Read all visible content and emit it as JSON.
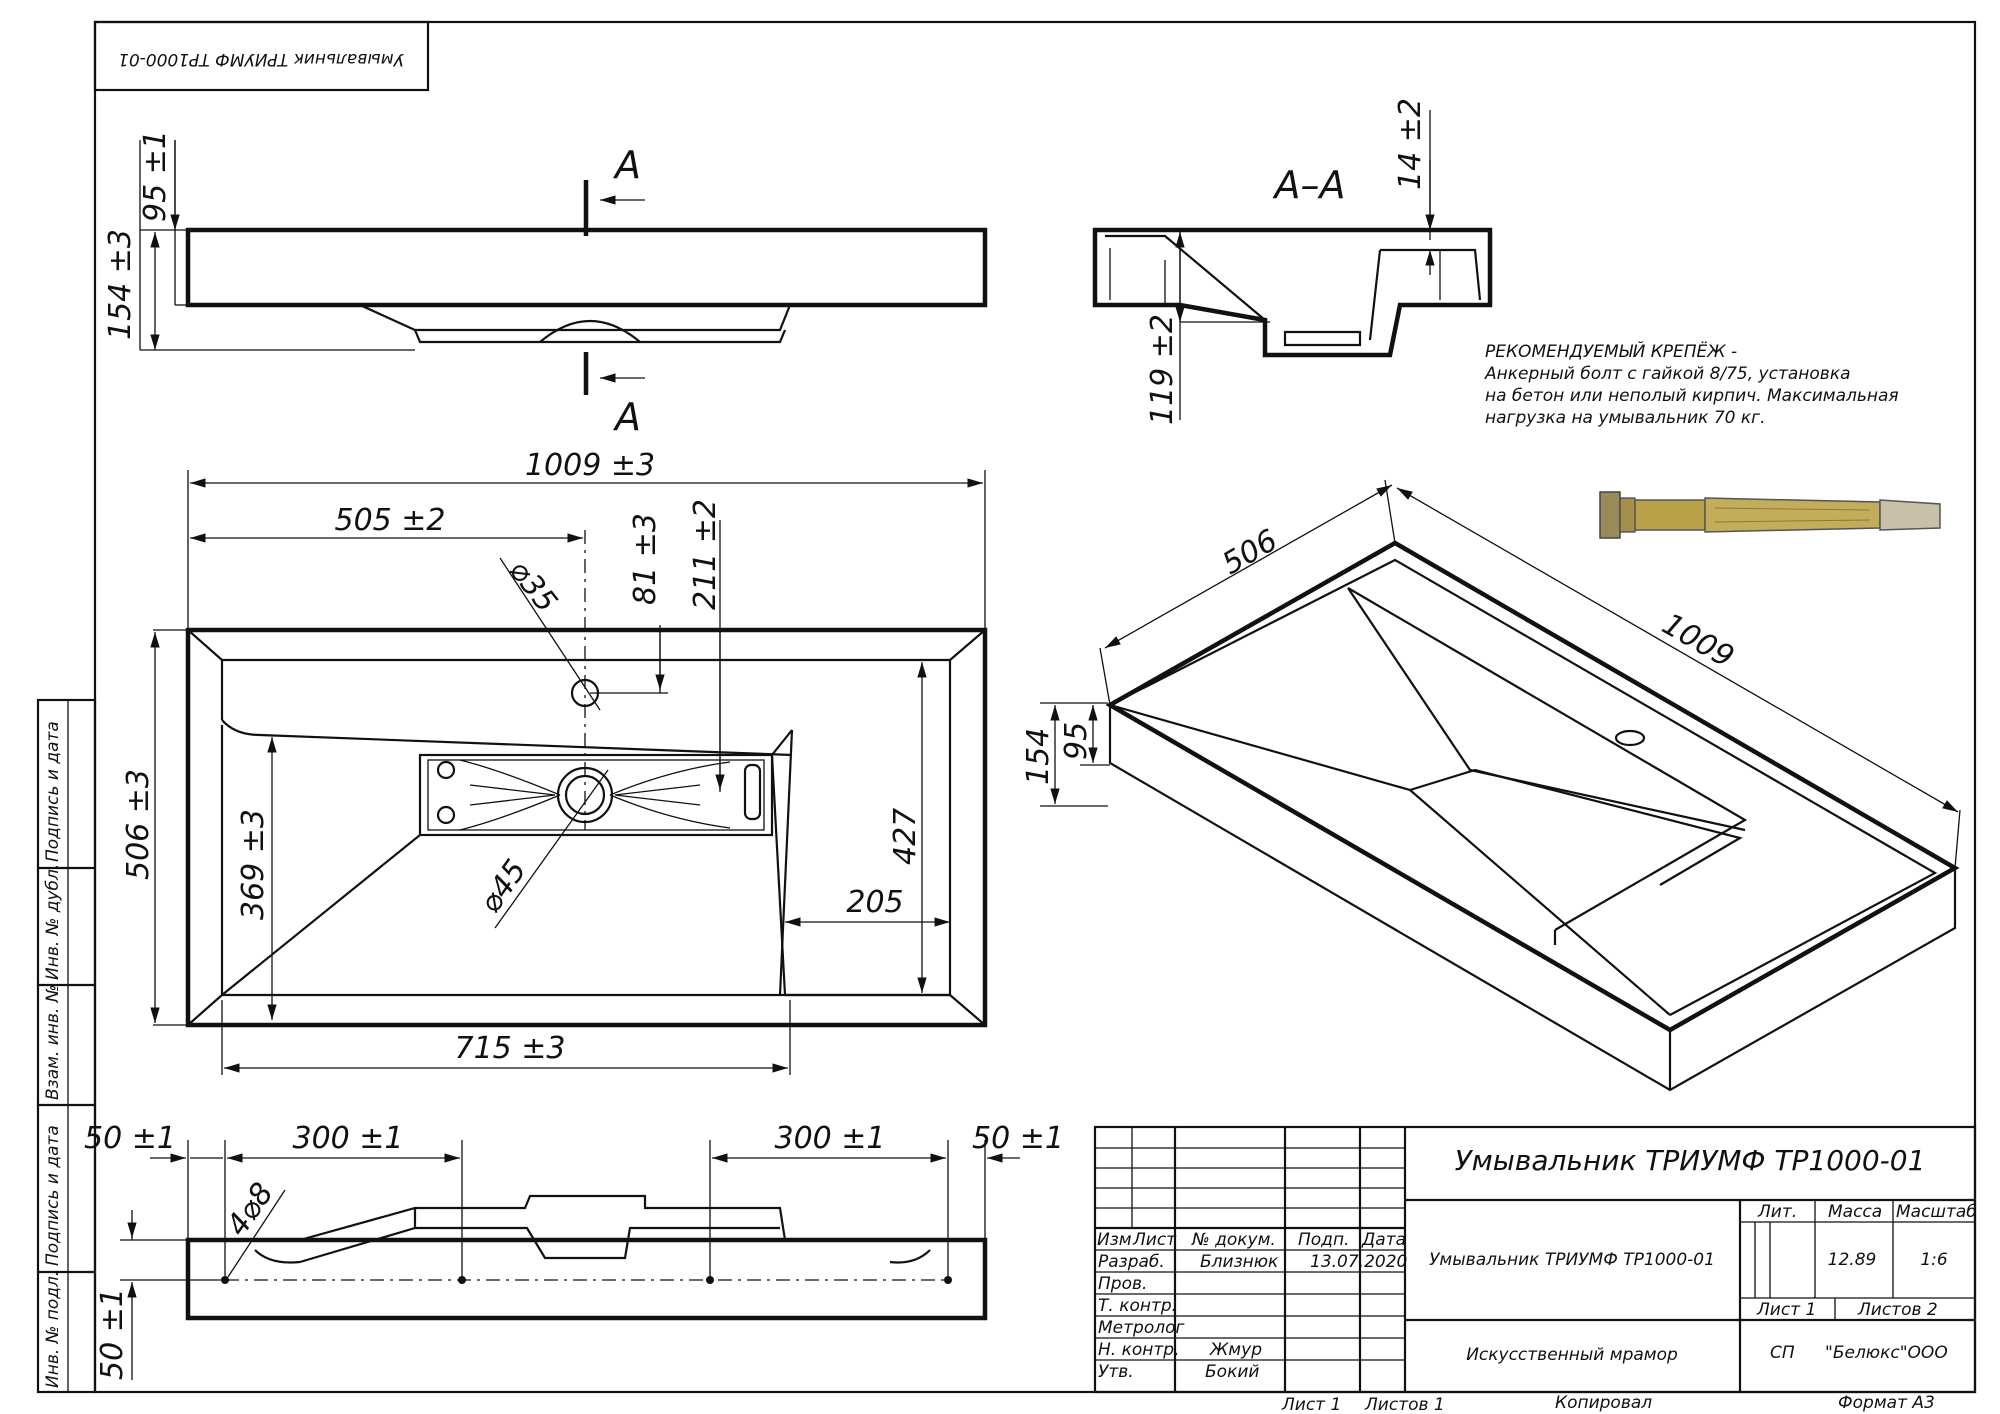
{
  "stamp_top": "Умывальник ТРИУМФ ТР1000-01",
  "side_view": {
    "section_mark_top": "A",
    "section_mark_bottom": "A",
    "dim_height_bowl": "95 ±1",
    "dim_height_total": "154 ±3"
  },
  "section_view": {
    "title": "A–A",
    "dim_top": "14 ±2",
    "dim_depth": "119 ±2"
  },
  "mounting_note": {
    "line1": "РЕКОМЕНДУЕМЫЙ КРЕПЁЖ -",
    "line2": "Анкерный болт с гайкой 8/75, установка",
    "line3": "на бетон или неполый кирпич. Максимальная",
    "line4": "нагрузка на умывальник 70 кг."
  },
  "plan_view": {
    "dim_total_width": "1009 ±3",
    "dim_half_width": "505 ±2",
    "dim_tap_offset": "81 ±3",
    "dim_drain_offset": "211 ±2",
    "dim_tap_hole": "⌀35",
    "dim_depth": "506 ±3",
    "dim_bowl_depth": "369 ±3",
    "dim_drain": "⌀45",
    "dim_shelf_depth": "427",
    "dim_shelf_width": "205",
    "dim_bowl_width": "715 ±3"
  },
  "iso_view": {
    "dim_depth": "506",
    "dim_width": "1009",
    "dim_height_total": "154",
    "dim_height_bowl": "95"
  },
  "rear_view": {
    "dim_left_edge": "50 ±1",
    "dim_left_span": "300 ±1",
    "dim_right_span": "300 ±1",
    "dim_right_edge": "50 ±1",
    "dim_holes": "4⌀8",
    "dim_height": "50 ±1"
  },
  "side_strip": {
    "cells": [
      "Подпись и дата",
      "Инв. № дубл.",
      "Взам. инв. №",
      "Подпись и дата",
      "Инв. № подл."
    ]
  },
  "title_block": {
    "designation": "Умывальник ТРИУМФ ТР1000-01",
    "name": "Умывальник ТРИУМФ ТР1000-01",
    "material": "Искусственный мрамор",
    "header": {
      "izm": "Изм",
      "list": "Лист",
      "doc": "№ докум.",
      "sign": "Подп.",
      "date": "Дата"
    },
    "rows": [
      {
        "role": "Разраб.",
        "person": "Близнюк",
        "date": "13.07.2020"
      },
      {
        "role": "Пров.",
        "person": "",
        "date": ""
      },
      {
        "role": "Т. контр.",
        "person": "",
        "date": ""
      },
      {
        "role": "Метролог",
        "person": "",
        "date": ""
      },
      {
        "role": "Н. контр.",
        "person": "Жмур",
        "date": ""
      },
      {
        "role": "Утв.",
        "person": "Бокий",
        "date": ""
      }
    ],
    "lit_label": "Лит.",
    "mass_label": "Масса",
    "scale_label": "Масштаб",
    "mass": "12.89",
    "scale": "1:6",
    "sheet": "Лист 1",
    "sheets": "Листов 2",
    "company_prefix": "СП",
    "company": "\"Белюкс\"ООО"
  },
  "footer": {
    "sheet": "Лист 1",
    "sheets": "Листов 1",
    "copied": "Копировал",
    "format": "Формат А3"
  }
}
